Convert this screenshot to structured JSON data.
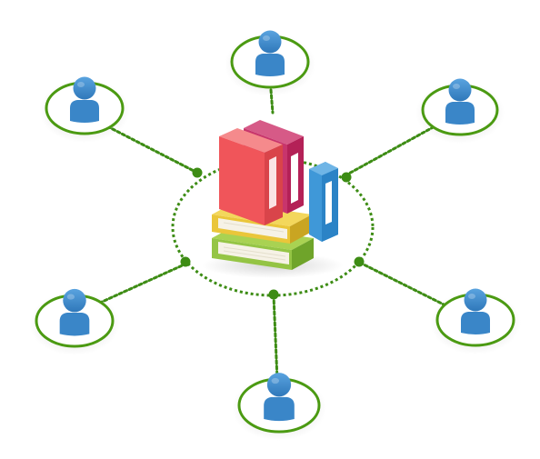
{
  "diagram": {
    "colors": {
      "background": "#ffffff",
      "link_line": "#3d8c14",
      "ring_stroke": "#4b9a12",
      "ring_fill": "#ffffff",
      "node_shadow": "#d8d8d8",
      "user_icon": "#3a86c8",
      "user_icon_highlight": "#5aa3df",
      "book_red": "#f0555a",
      "book_magenta": "#b42157",
      "book_blue": "#2b83c6",
      "book_yellow": "#eac63a",
      "book_lime": "#8fc23b",
      "page_edge": "#f6f2e6"
    },
    "hub": {
      "icon": "stack-of-books-icon"
    },
    "users": [
      {
        "id": "top",
        "icon": "user-icon"
      },
      {
        "id": "upper-right",
        "icon": "user-icon"
      },
      {
        "id": "lower-right",
        "icon": "user-icon"
      },
      {
        "id": "bottom",
        "icon": "user-icon"
      },
      {
        "id": "lower-left",
        "icon": "user-icon"
      },
      {
        "id": "upper-left",
        "icon": "user-icon"
      }
    ]
  }
}
